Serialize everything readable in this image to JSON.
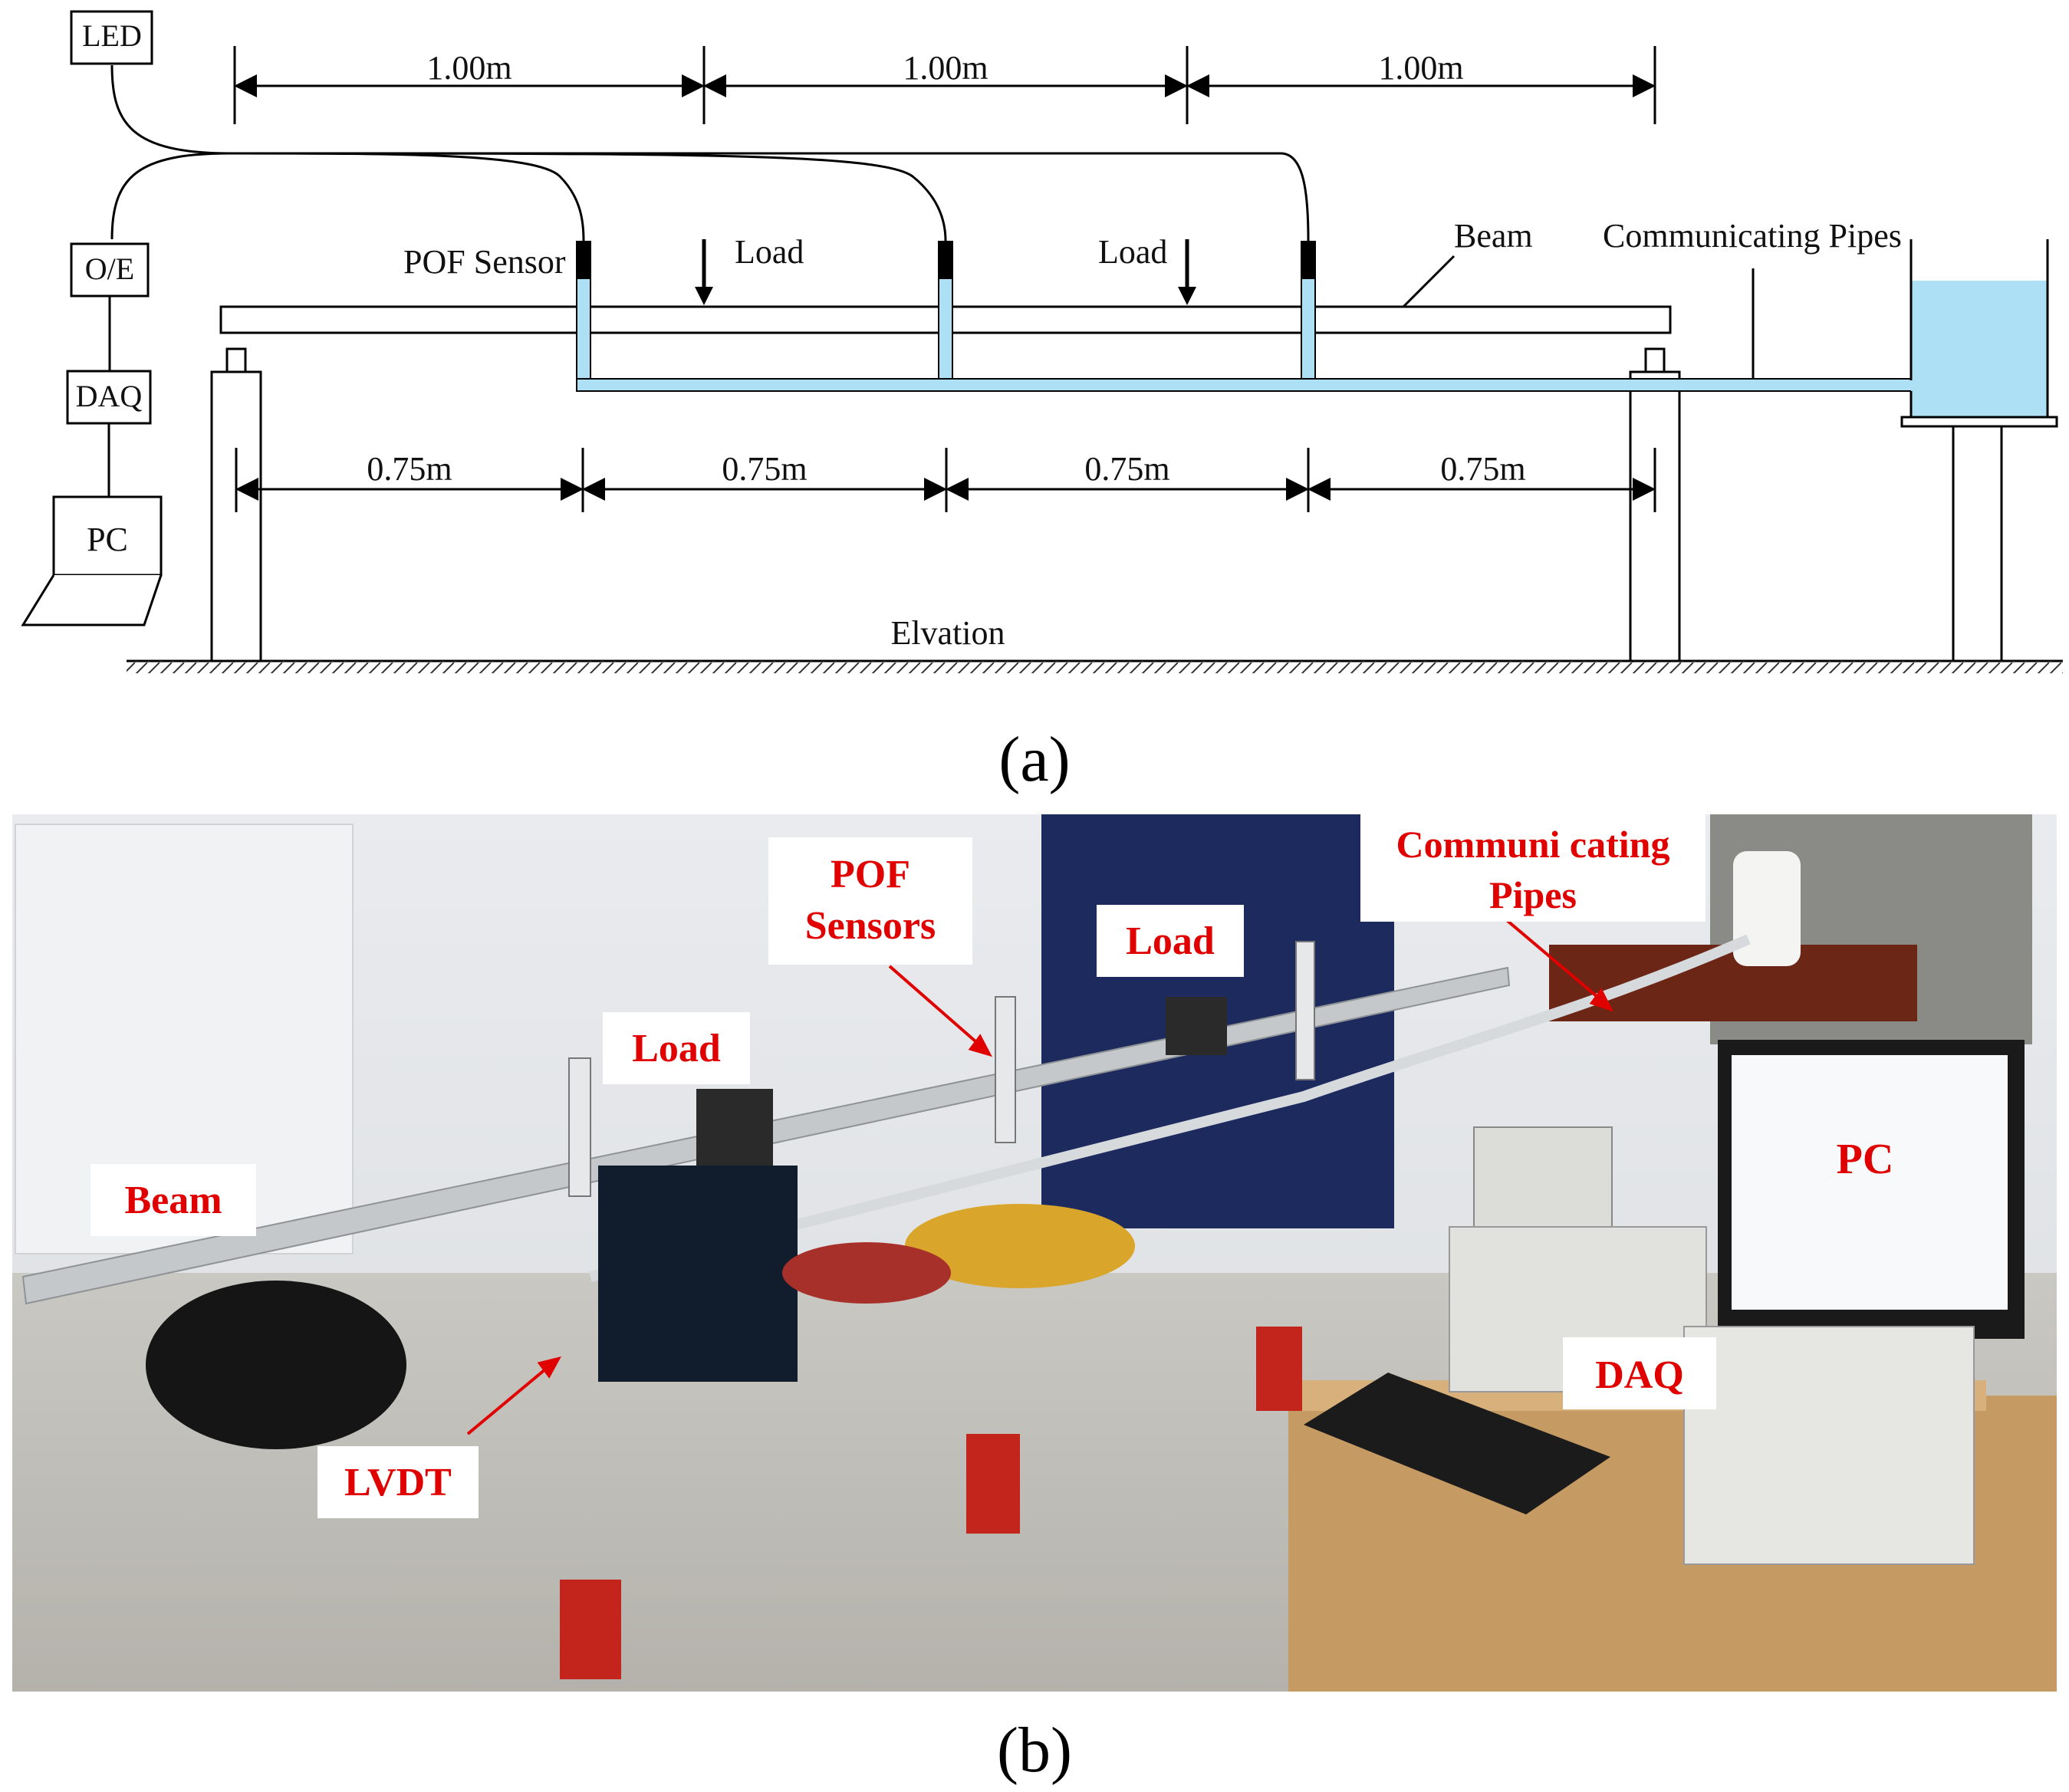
{
  "diagram_a": {
    "boxes": {
      "led": "LED",
      "oe": "O/E",
      "daq": "DAQ",
      "pc": "PC"
    },
    "labels": {
      "pof_sensor": "POF Sensor",
      "load": "Load",
      "beam": "Beam",
      "communicating_pipes": "Communicating Pipes",
      "elevation": "Elvation"
    },
    "top_spans": [
      "1.00m",
      "1.00m",
      "1.00m"
    ],
    "bottom_spans": [
      "0.75m",
      "0.75m",
      "0.75m",
      "0.75m"
    ],
    "caption": "(a)"
  },
  "photo_b": {
    "labels": {
      "beam": "Beam",
      "load_left": "Load",
      "load_right": "Load",
      "pof_sensors_line1": "POF",
      "pof_sensors_line2": "Sensors",
      "communicating_line1": "Communi cating",
      "communicating_line2": "Pipes",
      "pc": "PC",
      "daq": "DAQ",
      "lvdt": "LVDT"
    },
    "caption": "(b)"
  },
  "colors": {
    "water": "#aee0f5",
    "sensor_cap": "#000000",
    "label_red": "#e00000"
  }
}
